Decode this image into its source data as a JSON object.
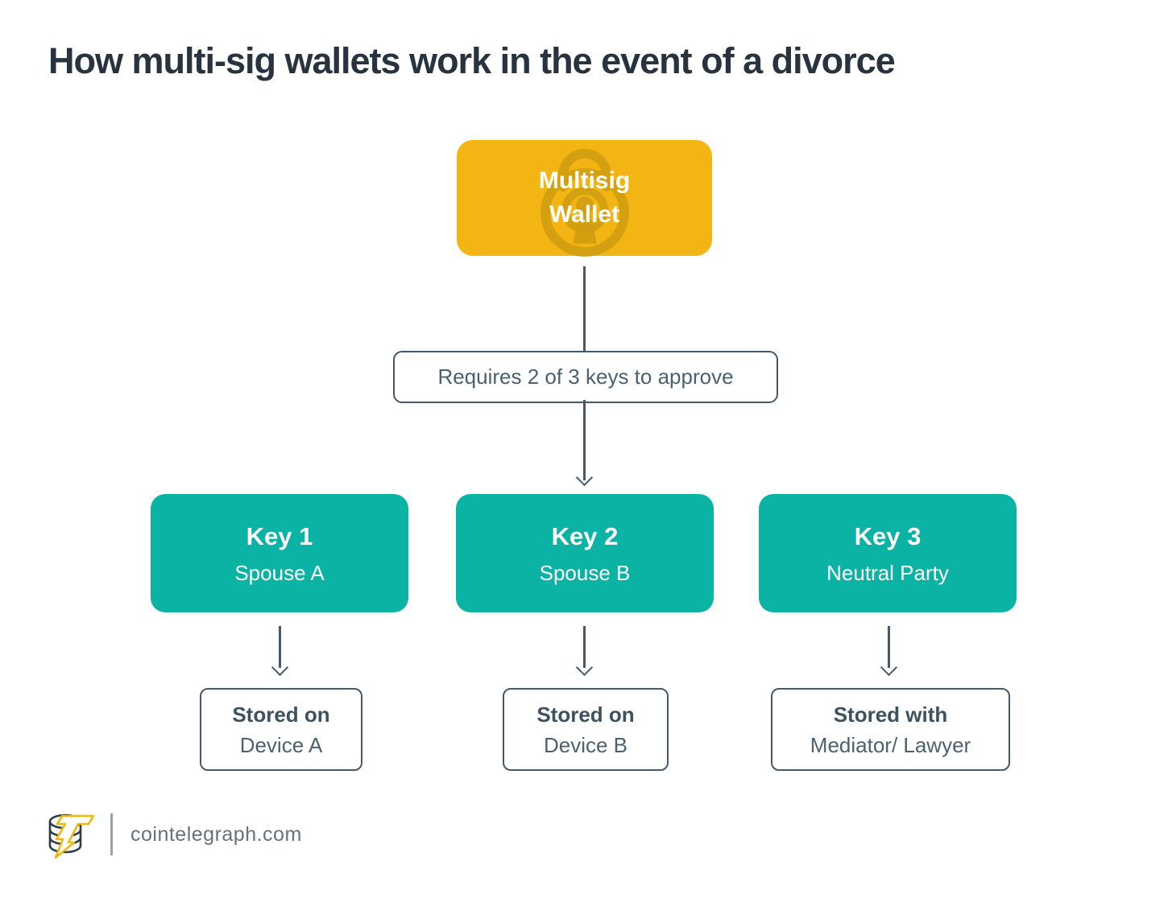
{
  "title": "How multi-sig wallets work in the event of a divorce",
  "wallet": {
    "line1": "Multisig",
    "line2": "Wallet"
  },
  "condition": {
    "label": "Requires 2 of 3 keys to approve"
  },
  "keys": [
    {
      "name": "Key 1",
      "holder": "Spouse A",
      "storage_heading": "Stored on",
      "storage_detail": "Device A"
    },
    {
      "name": "Key 2",
      "holder": "Spouse B",
      "storage_heading": "Stored on",
      "storage_detail": "Device B"
    },
    {
      "name": "Key 3",
      "holder": "Neutral Party",
      "storage_heading": "Stored with",
      "storage_detail": "Mediator/ Lawyer"
    }
  ],
  "footer": {
    "site": "cointelegraph.com"
  },
  "icons": {
    "wallet_watermark": "padlock-icon",
    "logo_coins": "coin-stack-icon",
    "logo_bolt": "lightning-bolt-icon"
  },
  "colors": {
    "yellow": "#F2B513",
    "teal": "#0AB3A3",
    "slate_line": "#44596B",
    "title_text": "#27333F",
    "body_text": "#4A6170",
    "footer_text": "#66717C",
    "lock_watermark": "#CE9B10"
  }
}
